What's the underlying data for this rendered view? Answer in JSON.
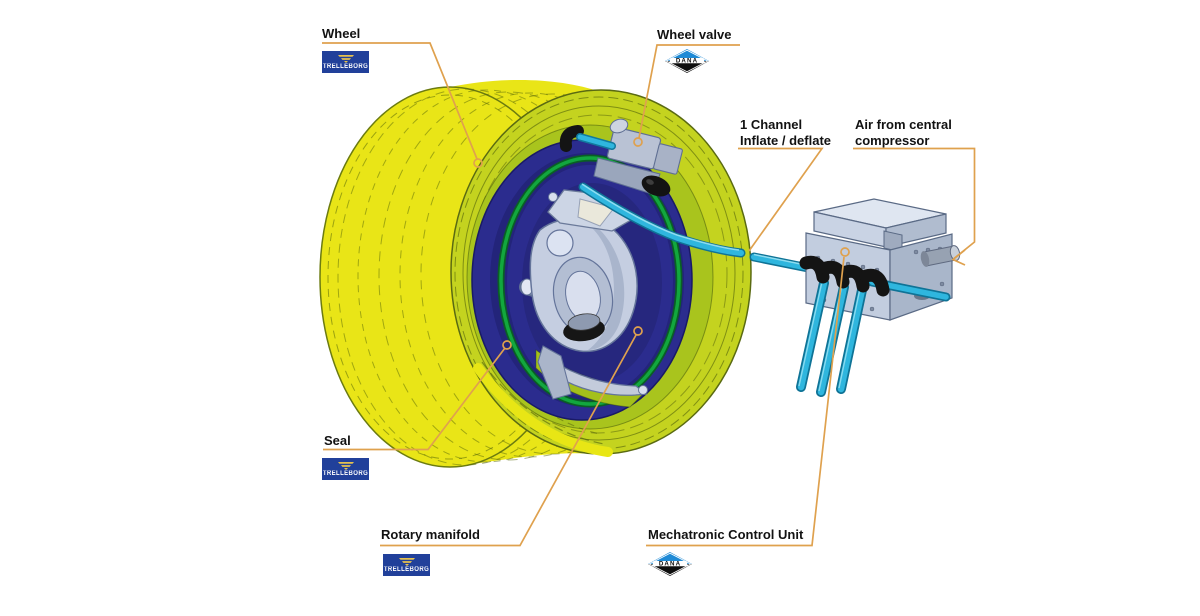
{
  "callouts": {
    "wheel": {
      "label": "Wheel",
      "brand": "TRELLEBORG"
    },
    "wheel_valve": {
      "label": "Wheel valve",
      "brand": "DANA"
    },
    "channel": {
      "label_line1": "1 Channel",
      "label_line2": "Inflate / deflate"
    },
    "air_supply": {
      "label_line1": "Air from central",
      "label_line2": "compressor"
    },
    "seal": {
      "label": "Seal",
      "brand": "TRELLEBORG"
    },
    "rotary_manifold": {
      "label": "Rotary manifold",
      "brand": "TRELLEBORG"
    },
    "mechatronic_control_unit": {
      "label": "Mechatronic Control Unit",
      "brand": "DANA"
    }
  },
  "brands": {
    "trelleborg": {
      "name": "TRELLEBORG"
    },
    "dana": {
      "name": "DANA"
    }
  },
  "colors": {
    "leader_line": "#dfa14e",
    "wheel_drum_yellow": "#e9e517",
    "rim_face_yellow_green": "#c4d31f",
    "ring_blue": "#2b2c8e",
    "seal_green": "#12a73e",
    "tube_cyan": "#2fb6de",
    "component_grey": "#c5cee1",
    "trelleborg_navy": "#21409a",
    "dana_blue": "#1e8ad6"
  }
}
